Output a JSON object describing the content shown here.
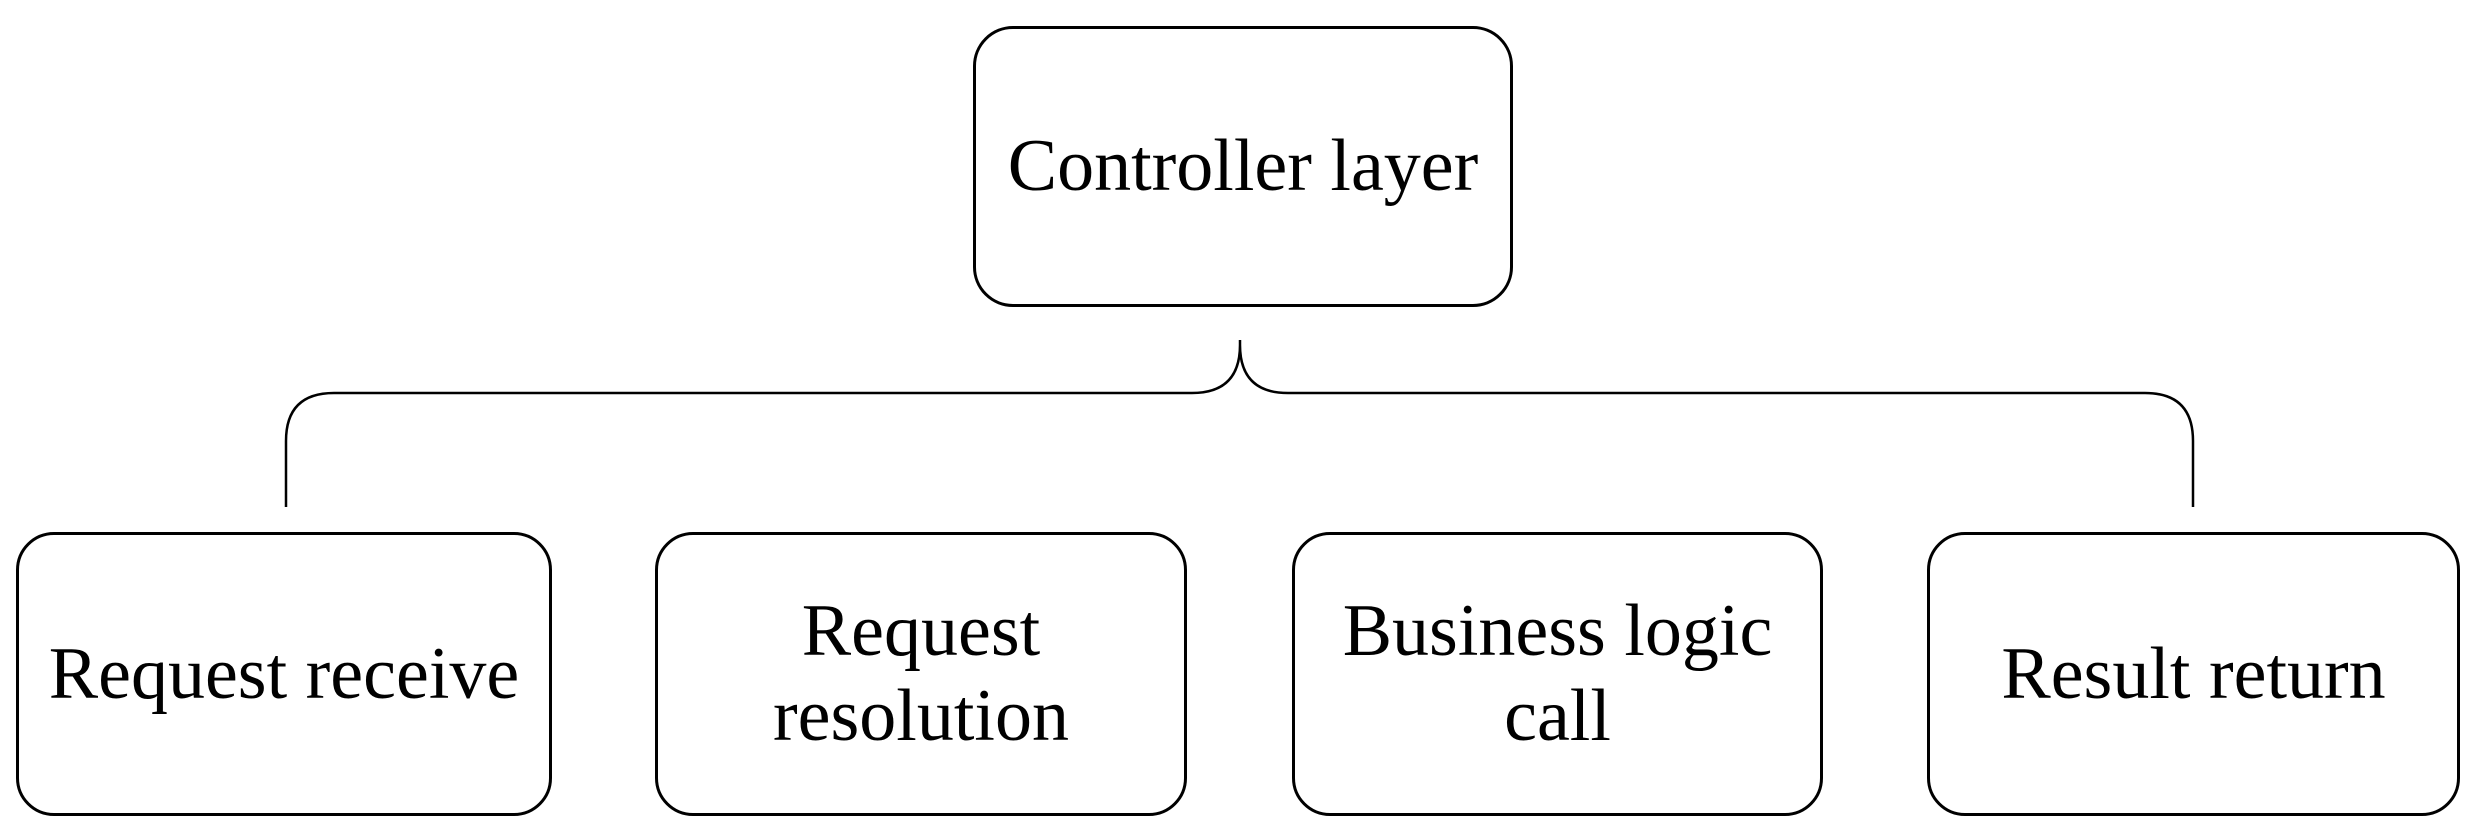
{
  "diagram": {
    "root": {
      "label": "Controller layer"
    },
    "children": [
      {
        "label": "Request receive"
      },
      {
        "label": "Request\nresolution"
      },
      {
        "label": "Business logic\ncall"
      },
      {
        "label": "Result return"
      }
    ],
    "colors": {
      "stroke": "#000000",
      "text": "#000000",
      "background": "#ffffff"
    }
  }
}
